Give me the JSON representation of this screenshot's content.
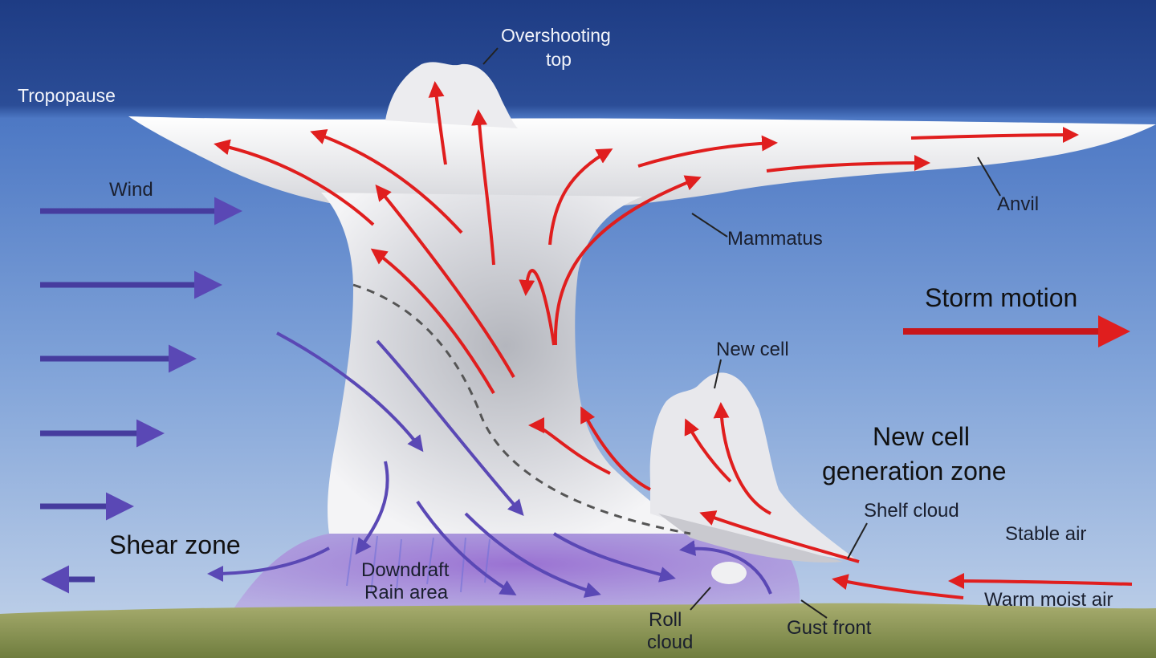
{
  "labels": {
    "tropopause": "Tropopause",
    "overshooting_line1": "Overshooting",
    "overshooting_line2": "top",
    "wind": "Wind",
    "anvil": "Anvil",
    "mammatus": "Mammatus",
    "storm_motion": "Storm motion",
    "new_cell": "New cell",
    "new_cell_zone_line1": "New cell",
    "new_cell_zone_line2": "generation zone",
    "shelf_cloud": "Shelf cloud",
    "stable_air": "Stable air",
    "shear_zone": "Shear zone",
    "downdraft_line1": "Downdraft",
    "downdraft_line2": "Rain area",
    "roll_line1": "Roll",
    "roll_line2": "cloud",
    "gust_front": "Gust front",
    "warm_moist_air": "Warm moist air"
  },
  "colors": {
    "sky_top": "#1f3f86",
    "sky_bottom": "#b9cbe6",
    "updraft": "#e01e1e",
    "downdraft": "#5a48b5",
    "wind_arrow": "#463c9e",
    "rain_area": "#a27ad6",
    "ground": "#8f9a57"
  }
}
